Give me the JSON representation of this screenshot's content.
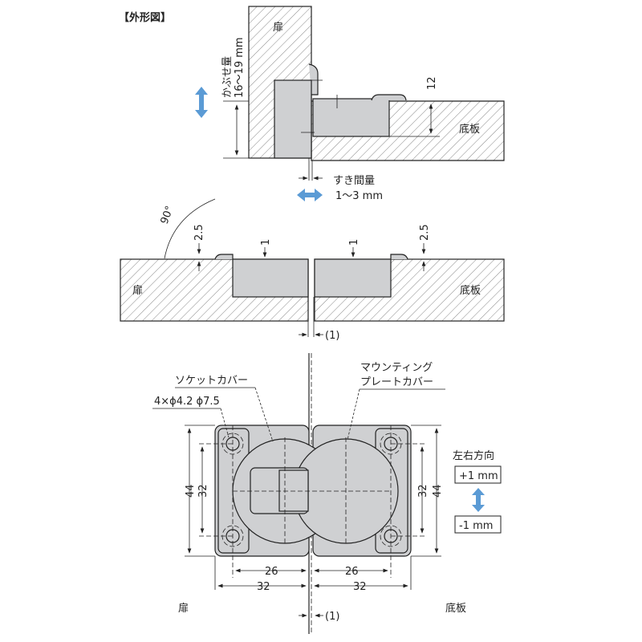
{
  "title": "【外形図】",
  "top_view": {
    "door_label": "扉",
    "cabinet_label": "底板",
    "overlay_label": "かぶせ量",
    "overlay_range": "16〜19 mm",
    "dim_12": "12",
    "gap_label": "すき間量",
    "gap_range": "1〜3 mm"
  },
  "middle_view": {
    "door_label": "扉",
    "cabinet_label": "底板",
    "angle": "90°",
    "dim_left_2_5": "2.5",
    "dim_right_2_5": "2.5",
    "dim_left_1": "1",
    "dim_right_1": "1",
    "gap": "(1)"
  },
  "bottom_view": {
    "socket_cover": "ソケットカバー",
    "plate_cover_line1": "マウンティング",
    "plate_cover_line2": "プレートカバー",
    "holes": "4×ϕ4.2 ϕ7.5",
    "left_44": "44",
    "left_32": "32",
    "right_32": "32",
    "right_44": "44",
    "left_26": "26",
    "right_26": "26",
    "left_32w": "32",
    "right_32w": "32",
    "door_label": "扉",
    "cabinet_label": "底板",
    "gap": "(1)",
    "adjust_label": "左右方向",
    "adjust_plus": "+1 mm",
    "adjust_minus": "-1 mm"
  },
  "colors": {
    "accent": "#5b9bd5",
    "part_fill": "#cfd0d2"
  }
}
